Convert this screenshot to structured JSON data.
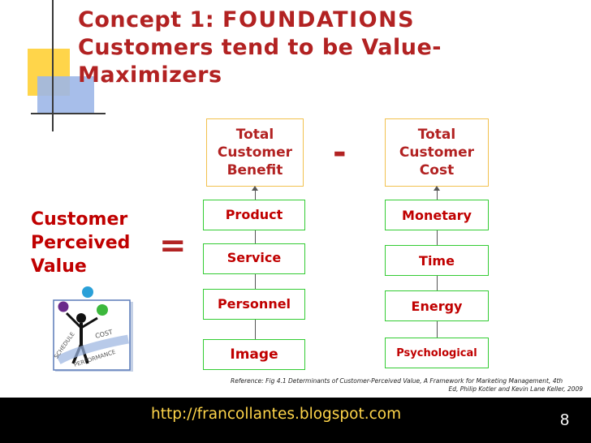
{
  "title": {
    "concept": "Concept 1:",
    "keyword": "FOUNDATIONS",
    "line2": "Customers tend to be Value-",
    "line3": "Maximizers"
  },
  "left_label": {
    "line1": "Customer",
    "line2": "Perceived",
    "line3": "Value"
  },
  "equals_sign": "=",
  "minus_sign": "-",
  "benefit": {
    "head_lines": [
      "Total",
      "Customer",
      "Benefit"
    ],
    "items": [
      "Product",
      "Service",
      "Personnel",
      "Image"
    ]
  },
  "cost": {
    "head_lines": [
      "Total",
      "Customer",
      "Cost"
    ],
    "items": [
      "Monetary",
      "Time",
      "Energy",
      "Psychological"
    ]
  },
  "illustration": {
    "icon": "juggler-icon",
    "words": [
      "SCHEDULE",
      "COST",
      "PERFORMANCE"
    ]
  },
  "reference": {
    "line1": "Reference: Fig 4.1 Determinants of Customer-Perceived Value, A Framework for Marketing Management, 4th",
    "line2": "Ed, Philip Kotler and Kevin Lane Keller, 2009"
  },
  "footer": {
    "url": "http://francollantes.blogspot.com",
    "page_number": "8"
  },
  "colors": {
    "title": "#b22222",
    "box_border_green": "#33cc33",
    "box_border_head": "#f2c14e",
    "footer_bg": "#000000",
    "footer_url": "#ffd54a"
  }
}
